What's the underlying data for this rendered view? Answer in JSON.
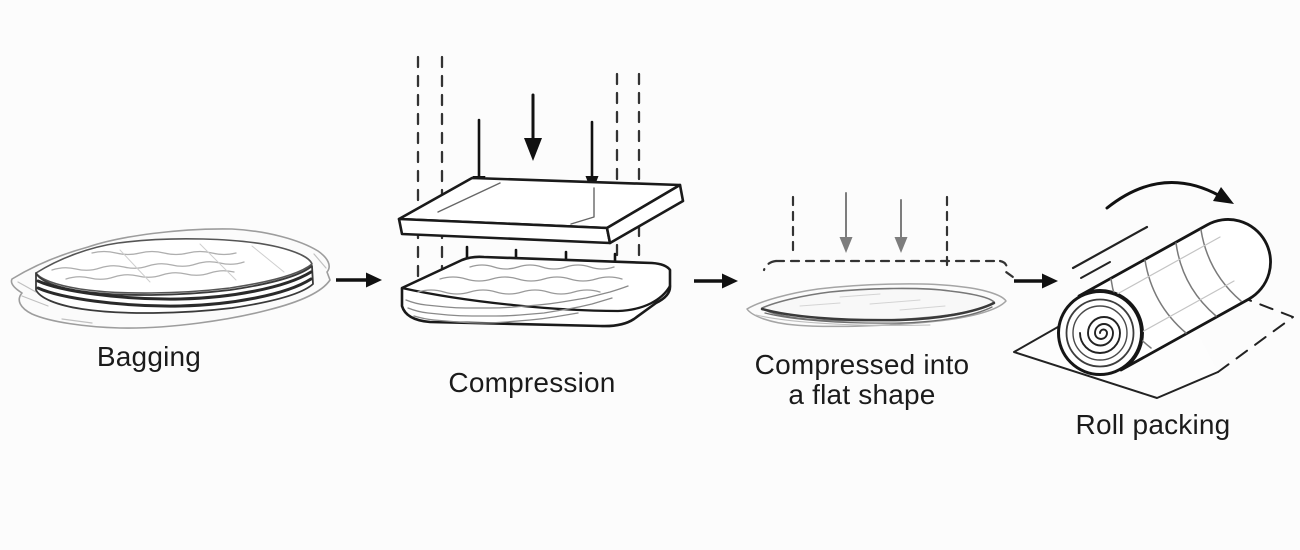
{
  "diagram": {
    "type": "process-flow",
    "subject": "mattress packing process",
    "steps": [
      {
        "name": "bagging",
        "label": "Bagging"
      },
      {
        "name": "compression",
        "label": "Compression"
      },
      {
        "name": "compressed-flat",
        "label_line_1": "Compressed into",
        "label_line_2": "a flat shape"
      },
      {
        "name": "roll-packing",
        "label": "Roll packing"
      }
    ],
    "flow_direction": "left-to-right"
  },
  "icons": {
    "flow_arrow": "→",
    "press_down_arrow": "↓",
    "rotation_arrow": "⟳"
  },
  "colors": {
    "background": "#fcfcfc",
    "ink": "#1c1c1c",
    "sketch_gray": "#8f8f8f",
    "light_sketch": "#bdbdbd",
    "label_text": "#1b1b1b"
  }
}
